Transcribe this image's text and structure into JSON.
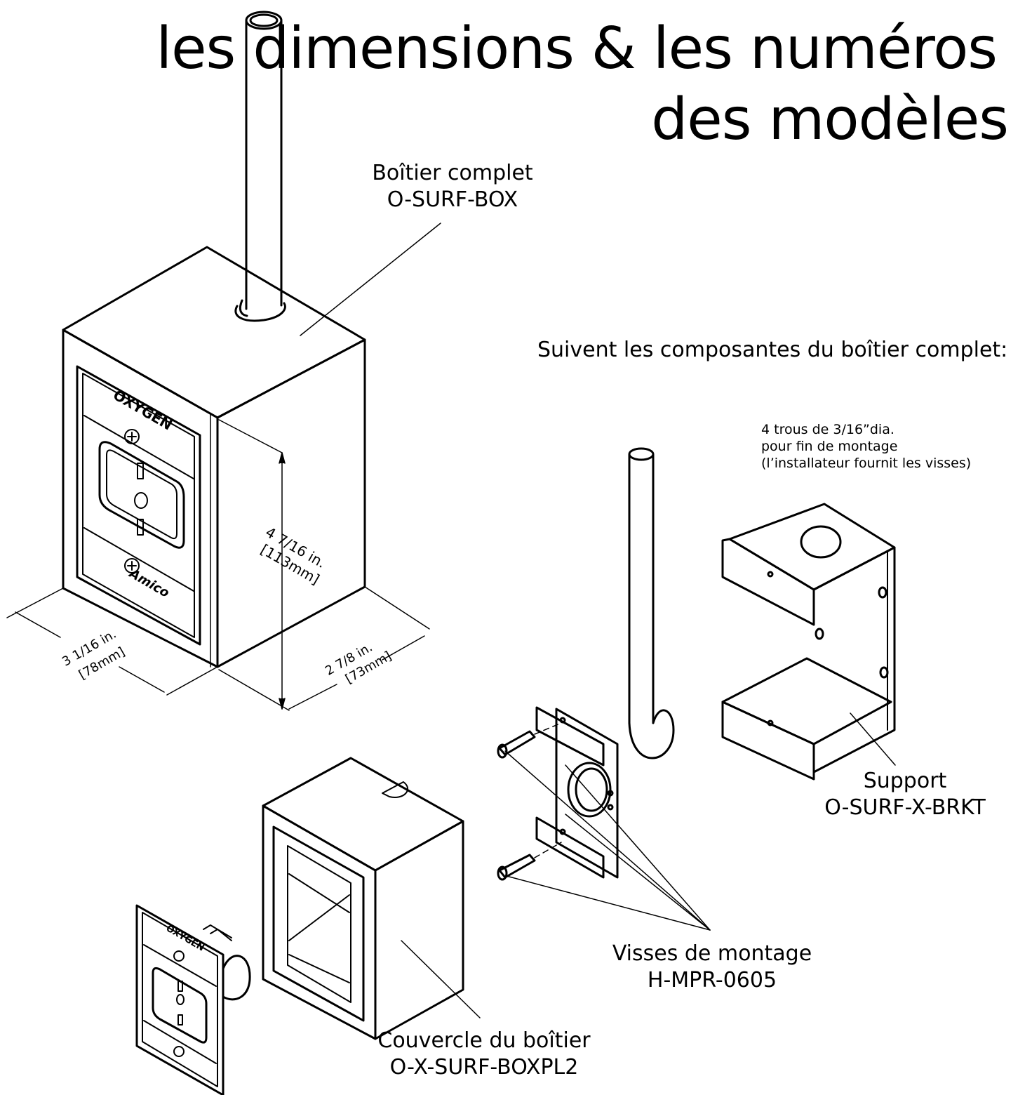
{
  "title": {
    "line1": "les dimensions & les numéros",
    "line2": "des modèles"
  },
  "labels": {
    "complete_box": {
      "name": "Boîtier complet",
      "model": "O-SURF-BOX"
    },
    "components_heading": "Suivent les composantes du boîtier complet:",
    "holes_note": [
      "4 trous de 3/16”dia.",
      "pour fin de montage",
      "(l’installateur fournit les visses)"
    ],
    "bracket": {
      "name": "Support",
      "model": "O-SURF-X-BRKT"
    },
    "screws": {
      "name": "Visses de montage",
      "model": "H-MPR-0605"
    },
    "cover": {
      "name": "Couvercle du boîtier",
      "model": "O-X-SURF-BOXPL2"
    }
  },
  "dimensions": {
    "height": {
      "fraction": "4 7/16 in.",
      "metric": "[113mm]"
    },
    "width": {
      "fraction": "3 1/16 in.",
      "metric": "[78mm]"
    },
    "depth": {
      "fraction": "2 7/8 in.",
      "metric": "[73mm]"
    }
  },
  "faceplate_text": {
    "gas": "OXYGEN",
    "brand": "Amico"
  }
}
